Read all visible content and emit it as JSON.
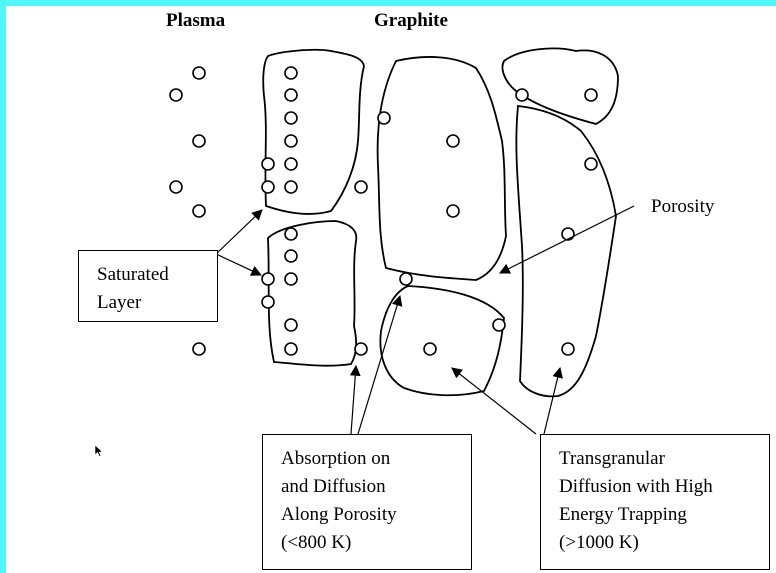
{
  "headings": {
    "plasma": "Plasma",
    "graphite": "Graphite"
  },
  "labels": {
    "porosity": "Porosity",
    "saturated_layer": [
      "Saturated",
      "Layer"
    ],
    "absorption": [
      "Absorption on",
      "and Diffusion",
      "Along Porosity",
      "(<800 K)"
    ],
    "transgranular": [
      "Transgranular",
      "Diffusion with High",
      "Energy Trapping",
      "(>1000 K)"
    ]
  },
  "colors": {
    "frame": "#4ff7fb",
    "background": "#ffffff",
    "ink": "#000000"
  }
}
